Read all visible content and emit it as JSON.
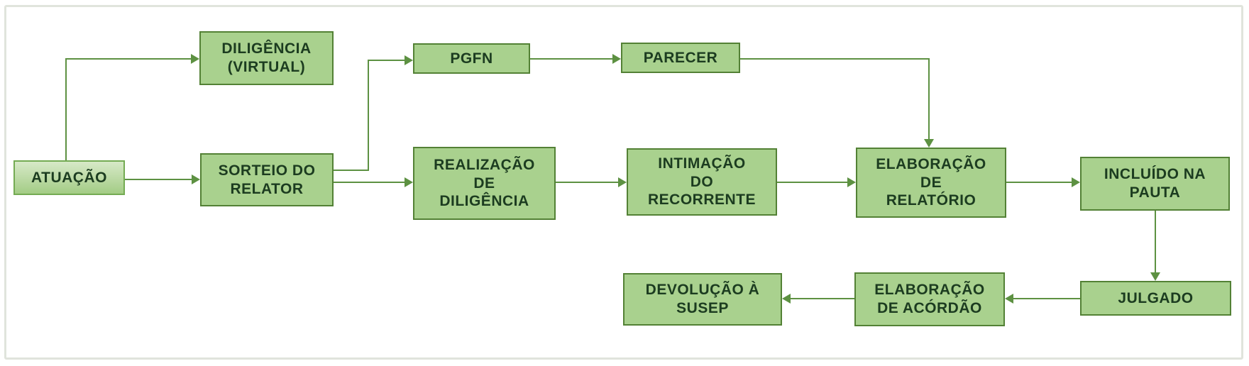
{
  "colors": {
    "node-fill": "#a9d18e",
    "node-border": "#538135",
    "node-text": "#1c3c20",
    "start-fill-top": "#d7e9c8",
    "start-fill-bottom": "#a3cc85",
    "start-border": "#74ab53",
    "connector": "#5d9142",
    "frame-border": "#e0e4dc",
    "canvas-background": "#ffffff"
  },
  "flowchart": {
    "nodes": [
      {
        "id": "atuacao",
        "label": "ATUAÇÃO"
      },
      {
        "id": "diligencia-virtual",
        "label": "DILIGÊNCIA\n(VIRTUAL)"
      },
      {
        "id": "sorteio-do-relator",
        "label": "SORTEIO DO\nRELATOR"
      },
      {
        "id": "pgfn",
        "label": "PGFN"
      },
      {
        "id": "parecer",
        "label": "PARECER"
      },
      {
        "id": "realizacao-de-diligencia",
        "label": "REALIZAÇÃO\nDE\nDILIGÊNCIA"
      },
      {
        "id": "intimacao-do-recorrente",
        "label": "INTIMAÇÃO\nDO\nRECORRENTE"
      },
      {
        "id": "elaboracao-de-relatorio",
        "label": "ELABORAÇÃO\nDE\nRELATÓRIO"
      },
      {
        "id": "incluido-na-pauta",
        "label": "INCLUÍDO NA\nPAUTA"
      },
      {
        "id": "julgado",
        "label": "JULGADO"
      },
      {
        "id": "elaboracao-de-acordao",
        "label": "ELABORAÇÃO\nDE ACÓRDÃO"
      },
      {
        "id": "devolucao-a-susep",
        "label": "DEVOLUÇÃO À\nSUSEP"
      }
    ],
    "edges": [
      {
        "from": "atuacao",
        "to": "diligencia-virtual"
      },
      {
        "from": "atuacao",
        "to": "sorteio-do-relator"
      },
      {
        "from": "sorteio-do-relator",
        "to": "pgfn"
      },
      {
        "from": "pgfn",
        "to": "parecer"
      },
      {
        "from": "parecer",
        "to": "elaboracao-de-relatorio"
      },
      {
        "from": "sorteio-do-relator",
        "to": "realizacao-de-diligencia"
      },
      {
        "from": "realizacao-de-diligencia",
        "to": "intimacao-do-recorrente"
      },
      {
        "from": "intimacao-do-recorrente",
        "to": "elaboracao-de-relatorio"
      },
      {
        "from": "elaboracao-de-relatorio",
        "to": "incluido-na-pauta"
      },
      {
        "from": "incluido-na-pauta",
        "to": "julgado"
      },
      {
        "from": "julgado",
        "to": "elaboracao-de-acordao"
      },
      {
        "from": "elaboracao-de-acordao",
        "to": "devolucao-a-susep"
      }
    ]
  }
}
